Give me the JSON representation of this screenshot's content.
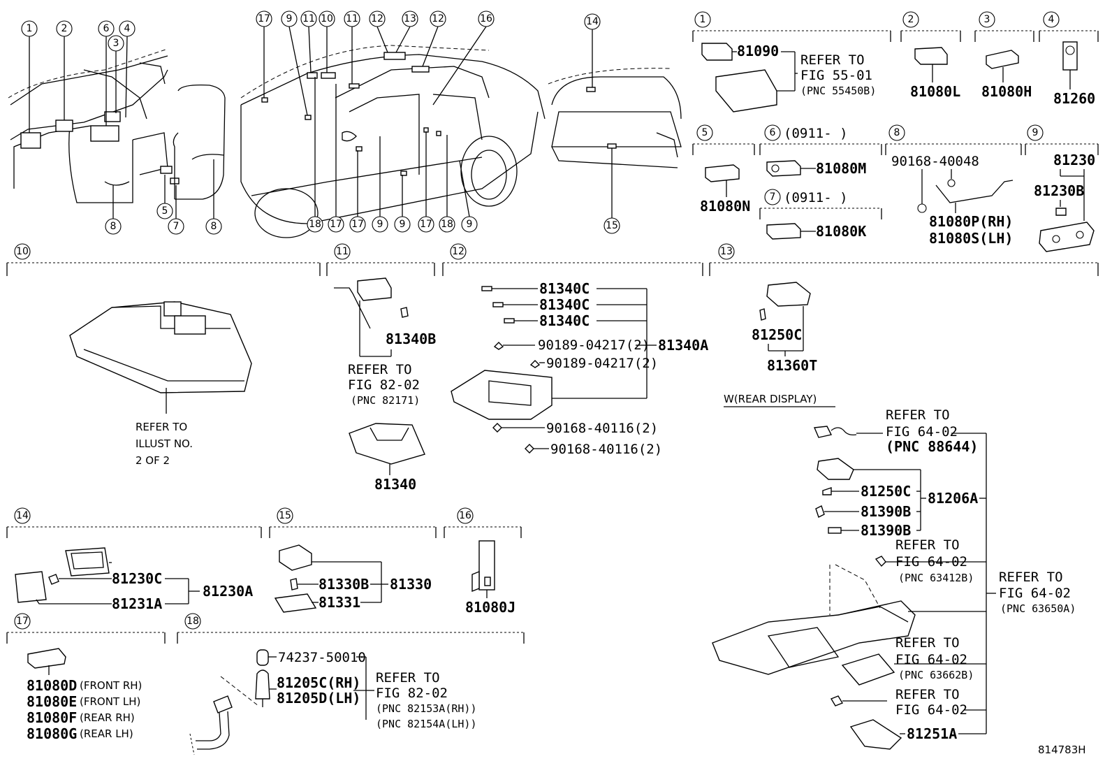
{
  "diagram_id": "814783H",
  "callouts_top": [
    "1",
    "2",
    "3",
    "4",
    "5",
    "6",
    "7",
    "8",
    "9",
    "10",
    "11",
    "12",
    "13",
    "14",
    "15",
    "16",
    "17",
    "18"
  ],
  "sections": {
    "s1": {
      "no": "1",
      "part": "81090",
      "ref": [
        "REFER TO",
        "FIG 55-01",
        "(PNC 55450B)"
      ]
    },
    "s2": {
      "no": "2",
      "part": "81080L"
    },
    "s3": {
      "no": "3",
      "part": "81080H"
    },
    "s4": {
      "no": "4",
      "part": "81260"
    },
    "s5": {
      "no": "5",
      "part": "81080N"
    },
    "s6": {
      "no": "6",
      "date": "(0911-      )",
      "part": "81080M"
    },
    "s7": {
      "no": "7",
      "date": "(0911-      )",
      "part": "81080K"
    },
    "s8": {
      "no": "8",
      "bolt": "90168-40048",
      "rh": "81080P(RH)",
      "lh": "81080S(LH)"
    },
    "s9": {
      "no": "9",
      "part": "81230",
      "sub": "81230B"
    },
    "s10": {
      "no": "10",
      "ref": [
        "REFER TO",
        "ILLUST NO.",
        "2 OF 2"
      ]
    },
    "s11": {
      "no": "11",
      "bulb": "81340B",
      "ref": [
        "REFER TO",
        "FIG 82-02",
        "(PNC 82171)"
      ],
      "part": "81340"
    },
    "s12": {
      "no": "12",
      "bulbs": [
        "81340C",
        "81340C",
        "81340C"
      ],
      "clips": [
        "90189-04217(2)",
        "90189-04217(2)"
      ],
      "screws": [
        "90168-40116(2)",
        "90168-40116(2)"
      ],
      "assy": "81340A"
    },
    "s13": {
      "no": "13",
      "bulb": "81250C",
      "part": "81360T"
    },
    "rear": {
      "label": "W(REAR DISPLAY)",
      "ref1": [
        "REFER TO",
        "FIG 64-02",
        "(PNC 88644)"
      ],
      "items": [
        "81250C",
        "81390B",
        "81390B"
      ],
      "assy": "81206A",
      "ref2": [
        "REFER TO",
        "FIG 64-02",
        "(PNC 63412B)"
      ],
      "ref3": [
        "REFER TO",
        "FIG 64-02",
        "(PNC 63650A)"
      ],
      "ref4": [
        "REFER TO",
        "FIG 64-02",
        "(PNC 63662B)"
      ],
      "ref5": [
        "REFER TO",
        "FIG 64-02"
      ],
      "part": "81251A"
    },
    "s14": {
      "no": "14",
      "a": "81230C",
      "b": "81231A",
      "assy": "81230A"
    },
    "s15": {
      "no": "15",
      "a": "81330B",
      "b": "81331",
      "assy": "81330"
    },
    "s16": {
      "no": "16",
      "part": "81080J"
    },
    "s17": {
      "no": "17",
      "parts": [
        {
          "pn": "81080D",
          "pos": "(FRONT RH)"
        },
        {
          "pn": "81080E",
          "pos": "(FRONT LH)"
        },
        {
          "pn": "81080F",
          "pos": "(REAR RH)"
        },
        {
          "pn": "81080G",
          "pos": "(REAR LH)"
        }
      ]
    },
    "s18": {
      "no": "18",
      "a": "74237-50010",
      "b1": "81205C(RH)",
      "b2": "81205D(LH)",
      "ref": [
        "REFER TO",
        "FIG 82-02",
        "(PNC 82153A(RH))",
        "(PNC 82154A(LH))"
      ]
    }
  }
}
